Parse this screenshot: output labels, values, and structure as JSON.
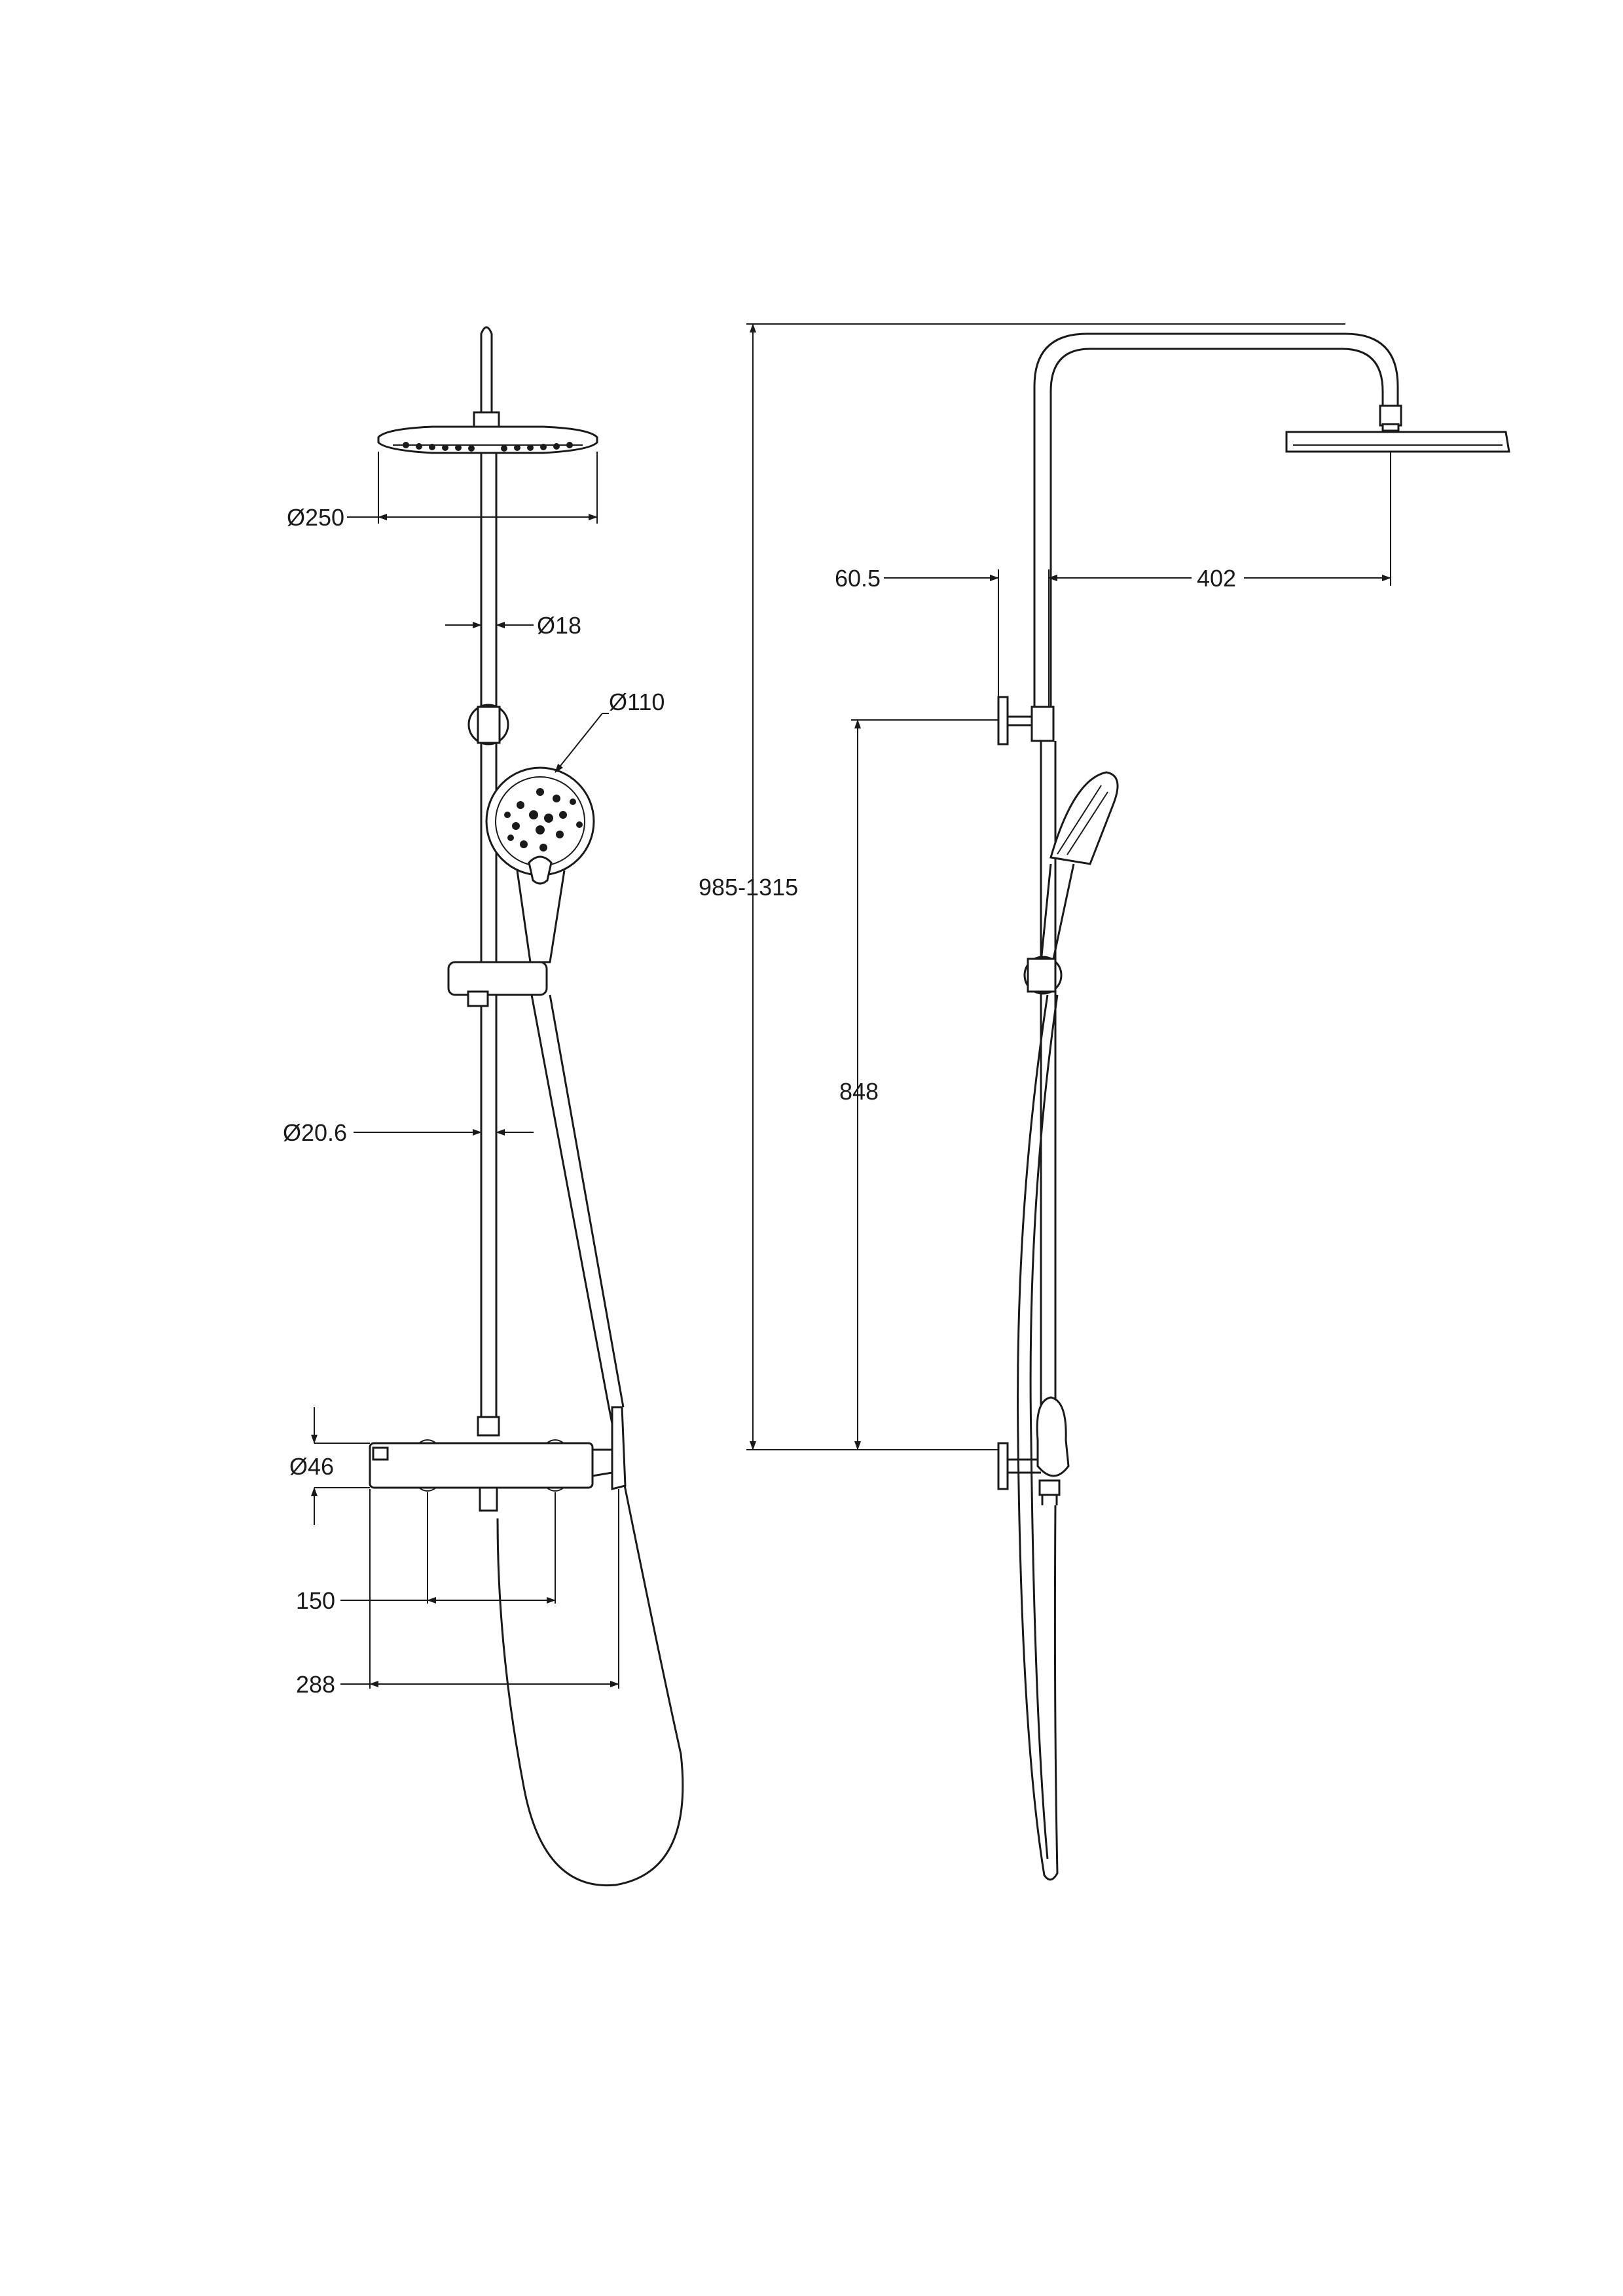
{
  "drawing": {
    "front_view": {
      "dims": {
        "head_diameter": "Ø250",
        "arm_diameter": "Ø18",
        "hand_shower_diameter": "Ø110",
        "rail_diameter": "Ø20.6",
        "valve_diameter": "Ø46",
        "inlet_centers": "150",
        "valve_length": "288"
      }
    },
    "side_view": {
      "dims": {
        "overall_height": "985-1315",
        "wall_offset": "60.5",
        "arm_reach": "402",
        "bracket_centers": "848"
      }
    },
    "colors": {
      "line": "#1a1a1a",
      "background": "#ffffff"
    }
  }
}
